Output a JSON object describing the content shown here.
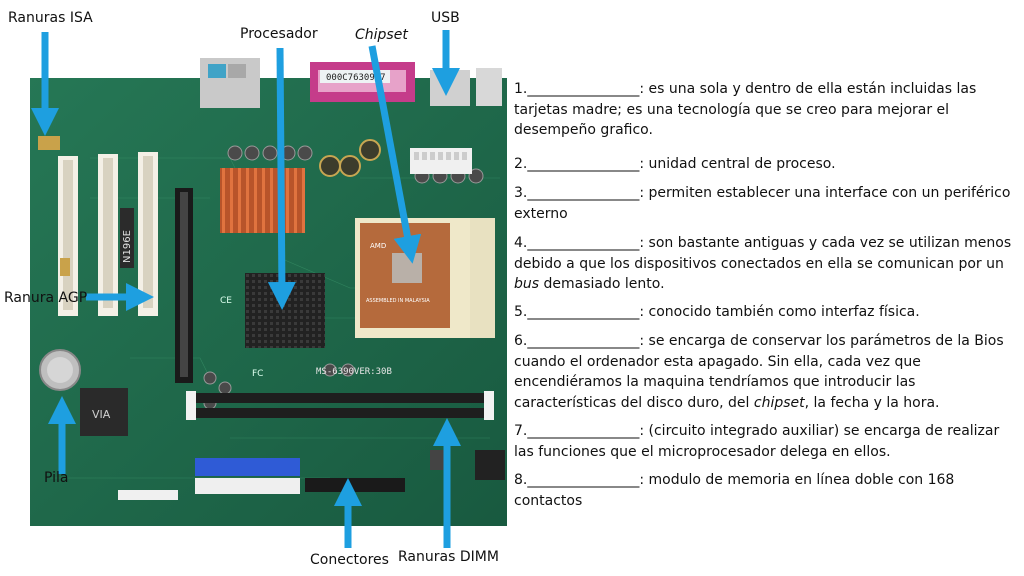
{
  "labels": {
    "ranuras_isa": "Ranuras ISA",
    "procesador": "Procesador",
    "chipset": "Chipset",
    "usb": "USB",
    "ranura_agp": "Ranura AGP",
    "pila": "Pila",
    "conectores": "Conectores",
    "ranuras_dimm": "Ranuras DIMM"
  },
  "board_text": {
    "serial_sticker": "000C76309C7",
    "model": "MS-6390VER:30B",
    "cpu_brand": "AMD",
    "cpu_text": "ASSEMBLED IN MALAYSIA",
    "chip_mark": "N196E",
    "via_logo": "VIA",
    "ce_mark": "CE",
    "fc_mark": "FC"
  },
  "items": [
    {
      "num": "1.",
      "blank": "________________",
      "text": ": es una sola y dentro de ella están incluidas las tarjetas madre; es una tecnología que se creo para mejorar el desempeño grafico."
    },
    {
      "num": "2.",
      "blank": "________________",
      "text": ": unidad central de proceso."
    },
    {
      "num": "3.",
      "blank": "________________",
      "text": ": permiten establecer una interface con un periférico externo"
    },
    {
      "num": "4.",
      "blank": "________________",
      "text_a": ": son bastante antiguas y cada vez se utilizan menos debido a que los dispositivos conectados en ella se comunican por un ",
      "em": "bus",
      "text_b": " demasiado lento."
    },
    {
      "num": "5.",
      "blank": "________________",
      "text": ": conocido también como interfaz física."
    },
    {
      "num": "6.",
      "blank": "________________",
      "text_a": ": se encarga de conservar los parámetros de la Bios cuando el ordenador esta apagado. Sin ella, cada vez que encendiéramos la maquina tendríamos que introducir las características del disco duro, del ",
      "em": "chipset",
      "text_b": ", la fecha y la hora."
    },
    {
      "num": "7.",
      "blank": "________________",
      "text": ": (circuito integrado auxiliar) se encarga de realizar las funciones que el microprocesador delega en ellos."
    },
    {
      "num": "8.",
      "blank": "________________",
      "text": ": modulo de memoria en línea doble con 168 contactos"
    }
  ],
  "colors": {
    "arrow": "#1e9fe0",
    "pcb": "#1f6e4e",
    "text": "#111111"
  }
}
